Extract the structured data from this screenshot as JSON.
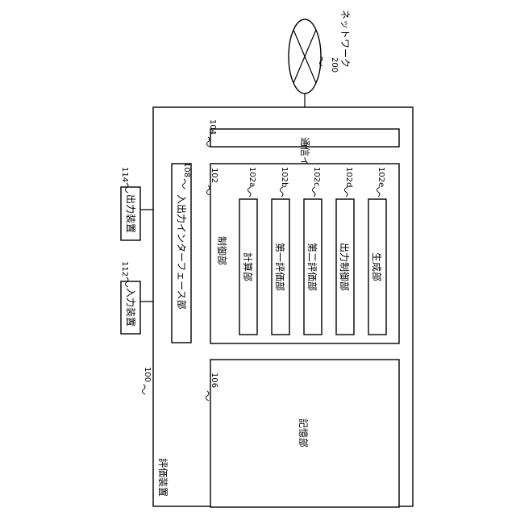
{
  "network": {
    "label": "ネットワーク",
    "ref": "200"
  },
  "device": {
    "label": "評価装置",
    "ref": "100"
  },
  "comm_if": {
    "label": "通信インターフェース部",
    "ref": "104"
  },
  "io_if": {
    "label": "入出力インターフェース部",
    "ref": "108"
  },
  "output_device": {
    "label": "出力装置",
    "ref": "114"
  },
  "input_device": {
    "label": "入力装置",
    "ref": "112"
  },
  "control": {
    "label": "制御部",
    "ref": "102"
  },
  "modules": [
    {
      "label": "計算部",
      "ref": "102a"
    },
    {
      "label": "第一評価部",
      "ref": "102b"
    },
    {
      "label": "第二評価部",
      "ref": "102c"
    },
    {
      "label": "出力制御部",
      "ref": "102d"
    },
    {
      "label": "生成部",
      "ref": "102e"
    }
  ],
  "storage": {
    "label": "記憶部",
    "ref": "106"
  }
}
